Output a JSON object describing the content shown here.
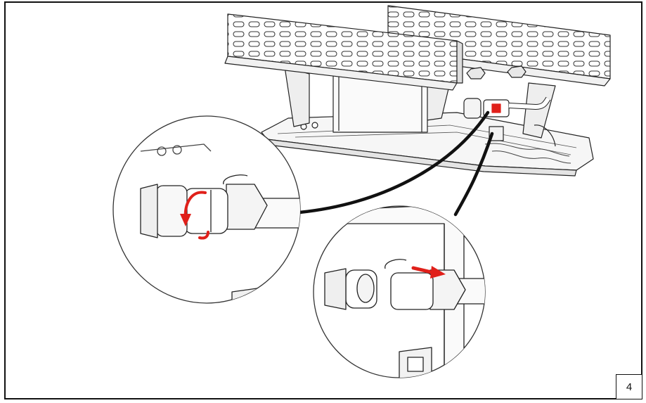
{
  "figure": {
    "step_number": "4",
    "line_color": "#222222",
    "accent_color": "#e0201a",
    "paper_color": "#ffffff"
  },
  "callouts": [
    {
      "name": "detail-unscrew-connector",
      "arrow_icon": "rotate-arrow-icon"
    },
    {
      "name": "detail-pull-connector",
      "arrow_icon": "straight-arrow-icon"
    }
  ]
}
